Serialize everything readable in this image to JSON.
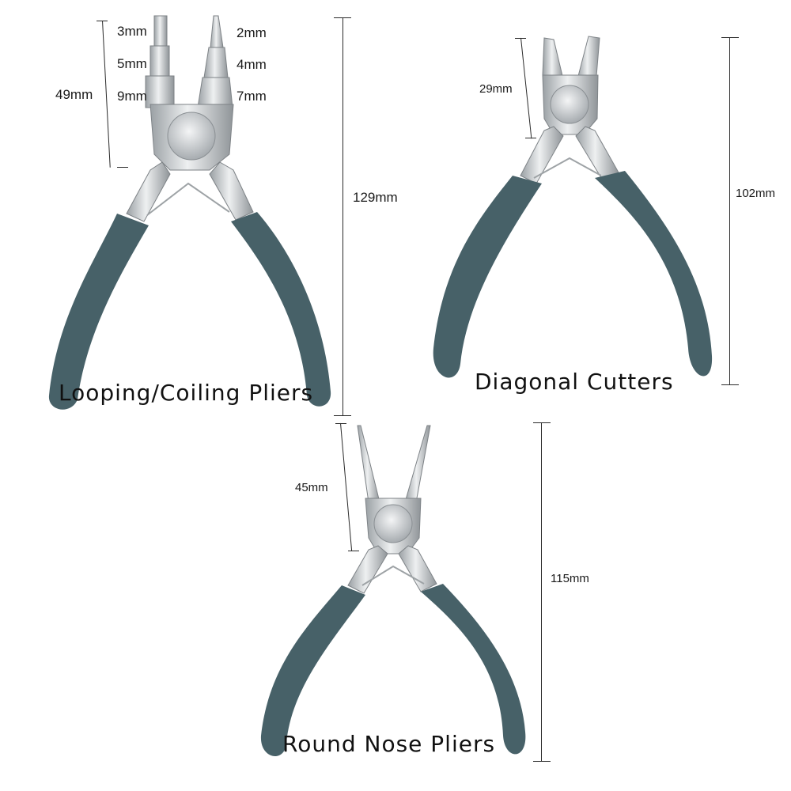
{
  "colors": {
    "grip": "#476168",
    "steel": "#c9cdd0",
    "steel_dark": "#8e9397",
    "background": "#ffffff"
  },
  "pliers": [
    {
      "name": "Looping/Coiling Pliers",
      "total_length": "129mm",
      "jaw_length": "49mm",
      "left_sizes": [
        "3mm",
        "5mm",
        "9mm"
      ],
      "right_sizes": [
        "2mm",
        "4mm",
        "7mm"
      ]
    },
    {
      "name": "Diagonal Cutters",
      "total_length": "102mm",
      "jaw_length": "29mm"
    },
    {
      "name": "Round Nose Pliers",
      "total_length": "115mm",
      "jaw_length": "45mm"
    }
  ]
}
